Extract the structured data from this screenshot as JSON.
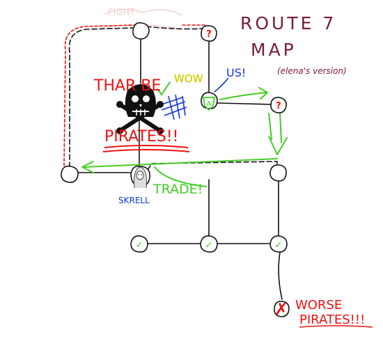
{
  "title": {
    "line1": "ROUTE 7",
    "line2": "MAP",
    "subtitle": "(elena's version)"
  },
  "faint_label": "FIGHT",
  "labels": {
    "thar_be": "THAR BE",
    "pirates_top": "PIRATES!!",
    "wow": "WOW",
    "us": "US!",
    "skrell": "SKRELL",
    "trade": "TRADE!",
    "worse": "WORSE",
    "pirates_bottom": "PIRATES!!!"
  },
  "nodes": [
    {
      "id": "top-left",
      "mark": ""
    },
    {
      "id": "top-mid",
      "mark": "?"
    },
    {
      "id": "us",
      "mark": "A"
    },
    {
      "id": "right-question",
      "mark": "?"
    },
    {
      "id": "far-left",
      "mark": ""
    },
    {
      "id": "skrell",
      "mark": ""
    },
    {
      "id": "right-mid",
      "mark": ""
    },
    {
      "id": "bottom-left",
      "mark": "✓"
    },
    {
      "id": "bottom-mid",
      "mark": "✓"
    },
    {
      "id": "bottom-right",
      "mark": "✓"
    },
    {
      "id": "worse-pirates",
      "mark": "✗"
    }
  ],
  "colors": {
    "ink": "#111111",
    "red": "#ee1111",
    "green": "#44cc22",
    "blue": "#1133dd",
    "yellow": "#dddd00",
    "title": "#7a1a3a",
    "faint": "#f3cccc"
  }
}
